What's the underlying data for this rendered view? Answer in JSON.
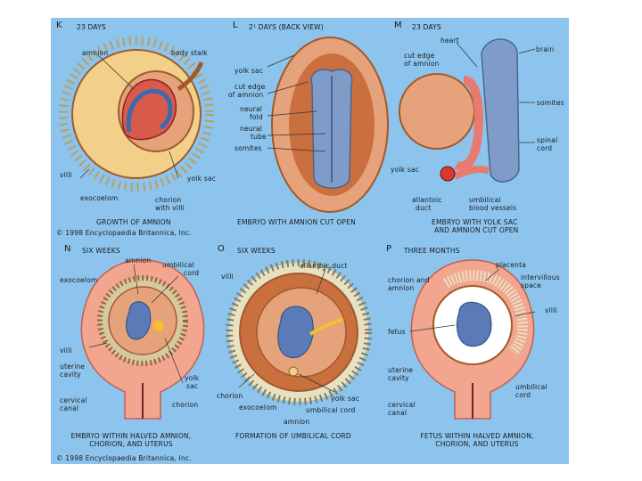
{
  "panels": {
    "k": {
      "letter": "K",
      "title": "23 DAYS",
      "caption": "GROWTH OF AMNION",
      "labels": {
        "amnion": "amnion",
        "body_stalk": "body stalk",
        "villi": "villi",
        "yolk_sac": "yolk sac",
        "exocoelom": "exocoelom",
        "chorion": "chorion",
        "chorion_2": "with villi"
      }
    },
    "l": {
      "letter": "L",
      "title": "2¹ DAYS (BACK VIEW)",
      "caption": "EMBRYO WITH AMNION CUT OPEN",
      "labels": {
        "yolk_sac": "yolk sac",
        "cut_edge": "cut edge",
        "cut_edge_2": "of amnion",
        "neural_fold": "neural",
        "neural_fold_2": "fold",
        "neural_tube": "neural",
        "neural_tube_2": "tube",
        "somites": "somites"
      }
    },
    "m": {
      "letter": "M",
      "title": "23 DAYS",
      "caption": "EMBRYO WITH YOLK SAC",
      "caption_2": "AND AMNION CUT OPEN",
      "labels": {
        "heart": "heart",
        "cut_edge": "cut edge",
        "cut_edge_2": "of amnion",
        "brain": "brain",
        "somites": "somites",
        "spinal_cord": "spinal",
        "spinal_cord_2": "cord",
        "yolk_sac": "yolk sac",
        "allantoic_duct": "allantoic",
        "allantoic_duct_2": "duct",
        "umbilical_vessels": "umbilical",
        "umbilical_vessels_2": "blood vessels"
      }
    },
    "n": {
      "letter": "N",
      "title": "SIX WEEKS",
      "caption": "EMBRYO WITHIN HALVED AMNION,",
      "caption_2": "CHORION, AND UTERUS",
      "labels": {
        "amnion": "amnion",
        "umbilical_cord": "umbilical",
        "umbilical_cord_2": "cord",
        "exocoelom": "exocoelom",
        "villi": "villi",
        "uterine_cavity": "uterine",
        "uterine_cavity_2": "cavity",
        "yolk_sac": "yolk",
        "yolk_sac_2": "sac",
        "cervical_canal": "cervical",
        "cervical_canal_2": "canal",
        "chorion": "chorion"
      }
    },
    "o": {
      "letter": "O",
      "title": "SIX WEEKS",
      "caption": "FORMATION OF UMBILICAL CORD",
      "labels": {
        "allantoic_duct": "allantoic duct",
        "villi": "villi",
        "chorion": "chorion",
        "exocoelom": "exocoelom",
        "yolk_sac": "yolk sac",
        "umbilical_cord": "umbilical cord",
        "amnion": "amnion"
      }
    },
    "p": {
      "letter": "P",
      "title": "THREE MONTHS",
      "caption": "FETUS WITHIN HALVED AMNION,",
      "caption_2": "CHORION, AND UTERUS",
      "labels": {
        "placenta": "placenta",
        "chorion_amnion": "chorion and",
        "chorion_amnion_2": "amnion",
        "intervillous": "intervillous",
        "intervillous_2": "space",
        "villi": "villi",
        "fetus": "fetus",
        "uterine_cavity": "uterine",
        "uterine_cavity_2": "cavity",
        "umbilical_cord": "umbilical",
        "umbilical_cord_2": "cord",
        "cervical_canal": "cervical",
        "cervical_canal_2": "canal"
      }
    }
  },
  "copyright_top": "© 1998 Encyclopaedia Britannica, Inc.",
  "copyright_bottom": "© 1998 Encyclopaedia Britannica, Inc.",
  "colors": {
    "background": "#8cc4ee",
    "tissue": "#e6a27a",
    "tissue_dark": "#c9703e",
    "embryo": "#7f9bc8",
    "yolk": "#f2d08a",
    "red": "#d83a30",
    "uterus": "#f2a58f",
    "villi": "#e8e0c2"
  }
}
